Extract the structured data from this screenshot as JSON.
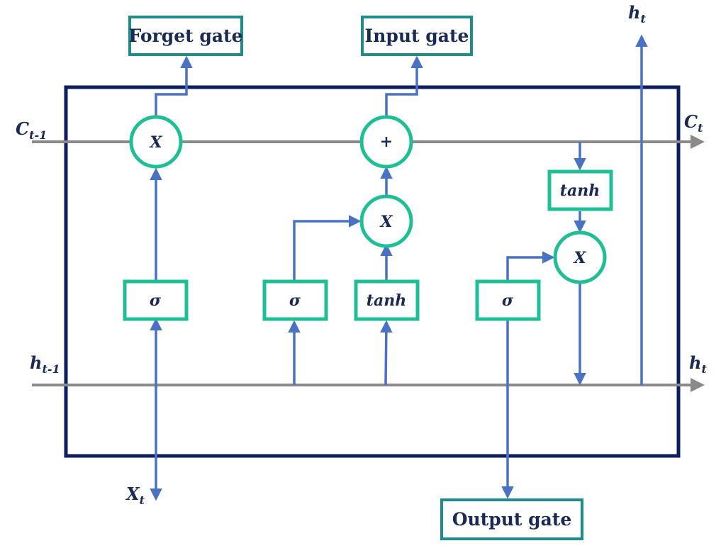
{
  "gates": {
    "forget": "Forget gate",
    "input": "Input gate",
    "output": "Output gate"
  },
  "ops": {
    "forget_mul": "X",
    "cell_add": "+",
    "input_mul": "X",
    "output_mul": "X"
  },
  "activations": {
    "forget_sigma": "σ",
    "input_sigma": "σ",
    "input_tanh": "tanh",
    "output_sigma": "σ",
    "cell_tanh": "tanh"
  },
  "variables": {
    "c_prev": {
      "base": "C",
      "sub": "t-1"
    },
    "c_next": {
      "base": "C",
      "sub": "t"
    },
    "h_prev": {
      "base": "h",
      "sub": "t-1"
    },
    "h_next": {
      "base": "h",
      "sub": "t"
    },
    "h_out_top": {
      "base": "h",
      "sub": "t"
    },
    "x_in": {
      "base": "X",
      "sub": "t"
    }
  },
  "colors": {
    "frame": "#0b1f5c",
    "flow_arrow": "#4a72c4",
    "line_arrow": "#8a8a8a",
    "node_border": "#1fbf95",
    "gate_border": "#1f8c8c",
    "text": "#1b2a55"
  }
}
